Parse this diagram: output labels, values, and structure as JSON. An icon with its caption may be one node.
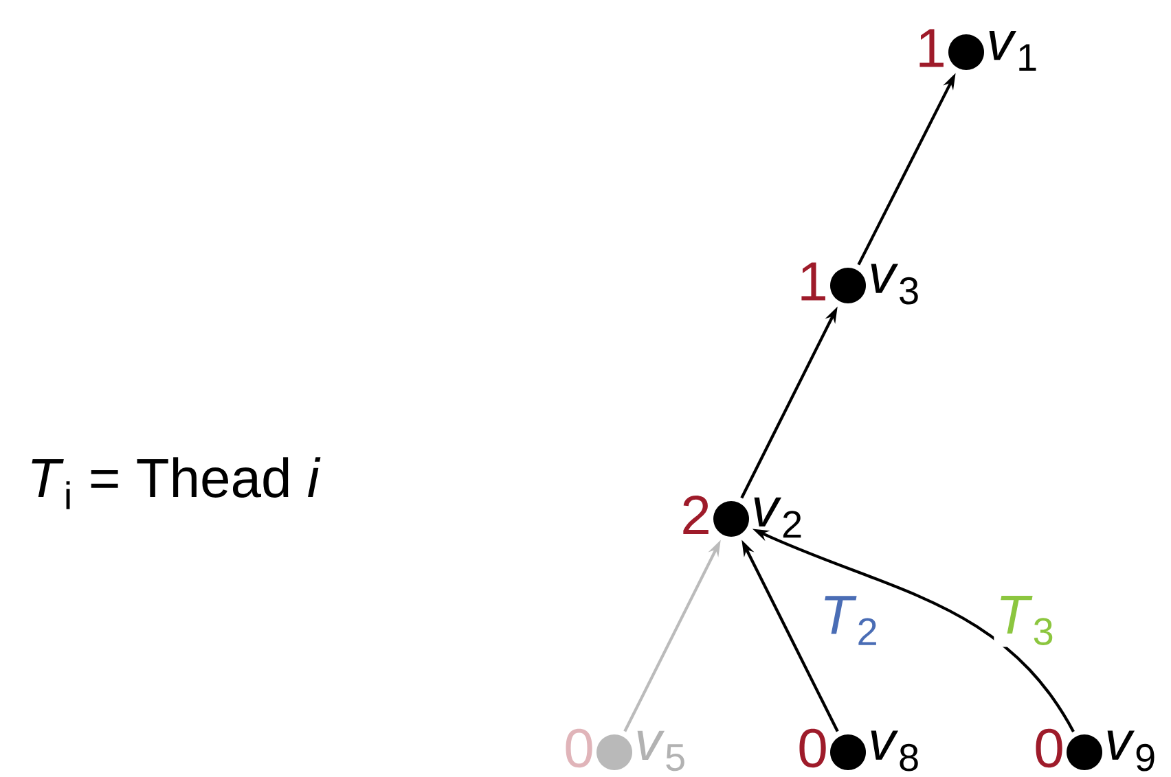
{
  "diagram": {
    "nodes": [
      {
        "text": [],
        "shape": "circle",
        "beside": [
          "1",
          "*v*$_{1}$"
        ]
      },
      {
        "text": [],
        "shape": "circle",
        "beside": [
          "1",
          "*v*$_{3}$"
        ]
      },
      {
        "text": [],
        "shape": "circle",
        "beside": [
          "2",
          "*v*$_{2}$"
        ]
      },
      {
        "text": [],
        "shape": "circle",
        "beside": [
          "0",
          "*v*$_{5}$"
        ]
      },
      {
        "text": [],
        "shape": "circle",
        "beside": [
          "0",
          "*v*$_{8}$"
        ]
      },
      {
        "text": [],
        "shape": "circle",
        "beside": [
          "0",
          "*v*$_{9}$"
        ]
      }
    ],
    "edges": [
      {
        "from": 1,
        "to": 0,
        "arrow": "to"
      },
      {
        "from": 2,
        "to": 1,
        "arrow": "to"
      },
      {
        "from": 3,
        "to": 2,
        "arrow": "to",
        "color": "#bbbbbb"
      },
      {
        "from": 4,
        "to": 2,
        "arrow": "to",
        "label": "*T*$_{2}$"
      },
      {
        "from": 5,
        "to": 2,
        "arrow": "to",
        "label": "*T*$_{3}$"
      }
    ],
    "labels": [
      "*T*$_{i}$ = Thead *i*"
    ]
  }
}
